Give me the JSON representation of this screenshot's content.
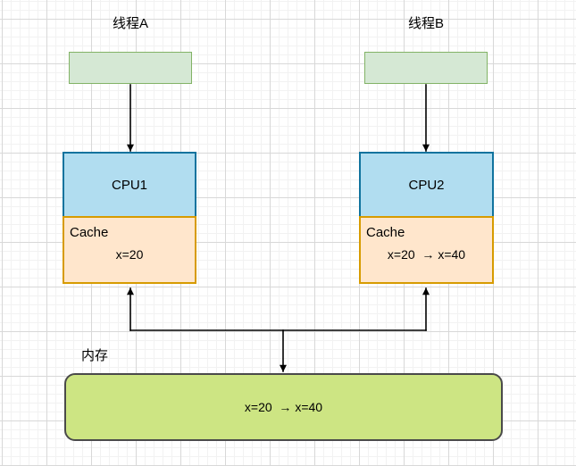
{
  "diagram": {
    "threads": [
      {
        "label": "线程A"
      },
      {
        "label": "线程B"
      }
    ],
    "cpus": [
      {
        "name": "CPU1",
        "cache_label": "Cache",
        "cache_value": "x=20"
      },
      {
        "name": "CPU2",
        "cache_label": "Cache",
        "cache_value": "x=20  → x=40"
      }
    ],
    "memory": {
      "label": "内存",
      "value": "x=20  → x=40"
    },
    "colors": {
      "thread_fill": "#d5e8d4",
      "thread_border": "#82b366",
      "cpu_fill": "#b1ddf0",
      "cpu_border": "#10739e",
      "cache_fill": "#ffe6cc",
      "cache_border": "#d79b00",
      "memory_fill": "#cde583",
      "memory_border": "#4a4a4a",
      "arrow": "#000000"
    }
  }
}
